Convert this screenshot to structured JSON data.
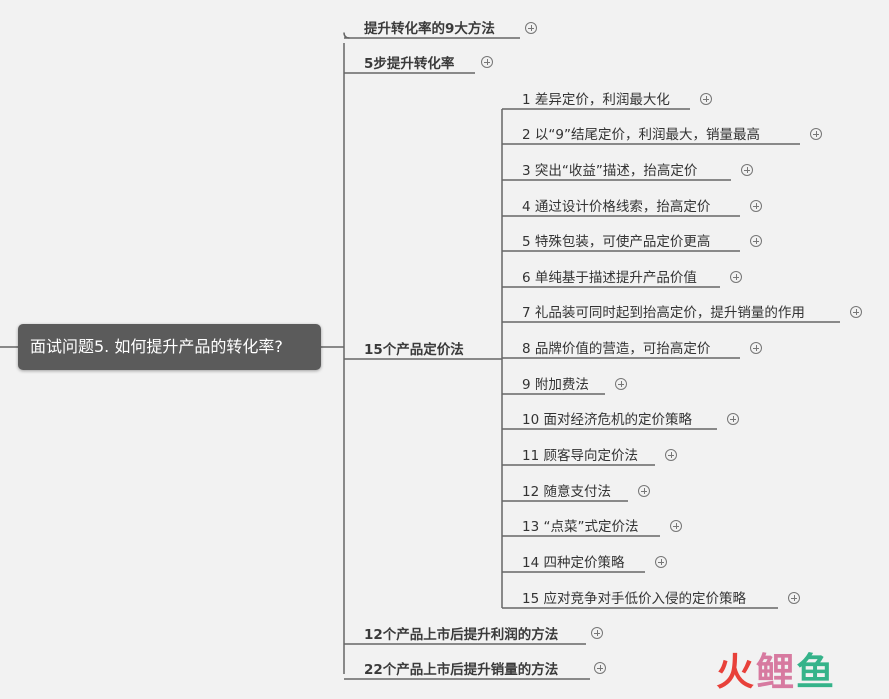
{
  "root": {
    "label": "面试问题5. 如何提升产品的转化率?"
  },
  "branches": [
    {
      "label": "提升转化率的9大方法"
    },
    {
      "label": "5步提升转化率"
    },
    {
      "label": "15个产品定价法"
    },
    {
      "label": "12个产品上市后提升利润的方法"
    },
    {
      "label": "22个产品上市后提升销量的方法"
    }
  ],
  "pricing_methods": [
    "1 差异定价，利润最大化",
    "2 以“9”结尾定价，利润最大，销量最高",
    "3 突出“收益”描述，抬高定价",
    "4 通过设计价格线索，抬高定价",
    "5 特殊包装，可使产品定价更高",
    "6 单纯基于描述提升产品价值",
    "7 礼品装可同时起到抬高定价，提升销量的作用",
    "8 品牌价值的营造，可抬高定价",
    "9 附加费法",
    "10 面对经济危机的定价策略",
    "11 顾客导向定价法",
    "12 随意支付法",
    "13 “点菜”式定价法",
    "14 四种定价策略",
    "15 应对竞争对手低价入侵的定价策略"
  ],
  "watermark": {
    "chars": [
      "火",
      "鲤",
      "鱼"
    ]
  },
  "colors": {
    "line": "#666666",
    "root_bg": "#5b5b5b",
    "background": "#f2f2f2"
  }
}
